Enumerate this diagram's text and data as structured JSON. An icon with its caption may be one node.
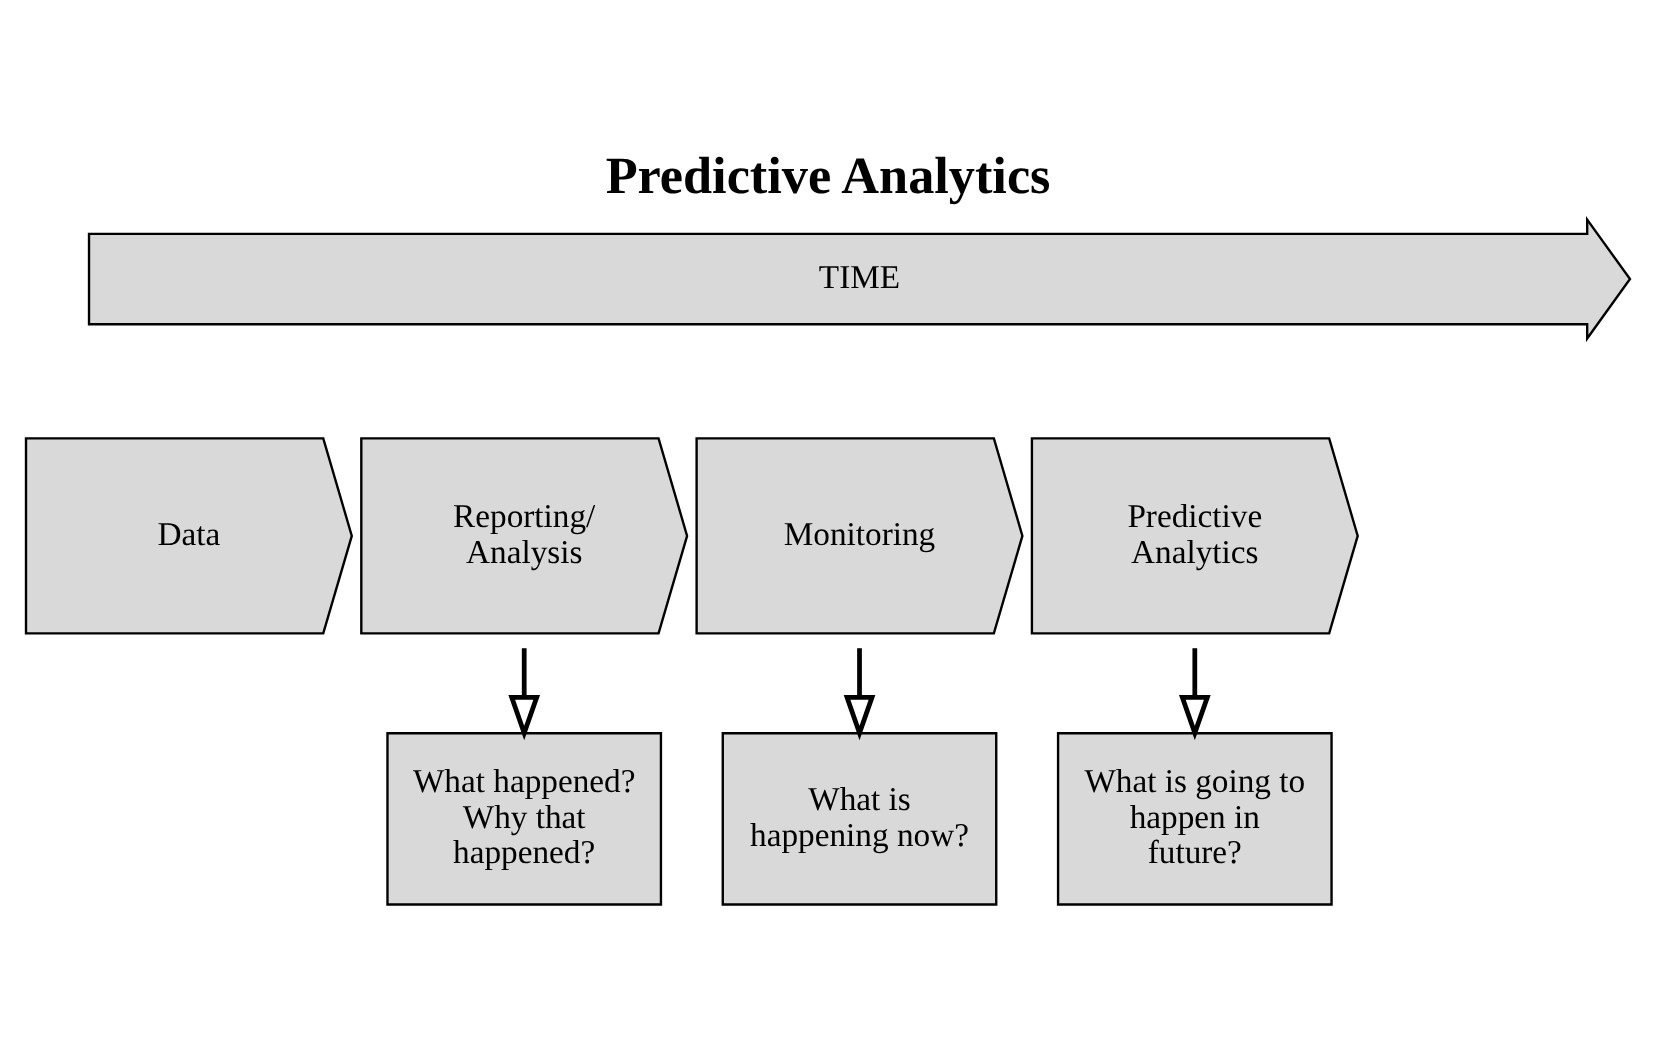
{
  "diagram": {
    "title": "Predictive Analytics",
    "nodes": [
      {
        "text": [
          "TIME"
        ]
      },
      {
        "text": [
          "Data"
        ]
      },
      {
        "text": [
          "Reporting/ Analysis"
        ]
      },
      {
        "text": [
          "Monitoring"
        ]
      },
      {
        "text": [
          "Predictive Analytics"
        ]
      },
      {
        "text": [
          "What happened? Why that happened?"
        ]
      },
      {
        "text": [
          "What is happening now?"
        ]
      },
      {
        "text": [
          "What is going to happen in future?"
        ]
      }
    ],
    "edges": [
      {
        "from": 2,
        "to": 5,
        "arrow": "to"
      },
      {
        "from": 3,
        "to": 6,
        "arrow": "to"
      },
      {
        "from": 4,
        "to": 7,
        "arrow": "to"
      }
    ]
  }
}
